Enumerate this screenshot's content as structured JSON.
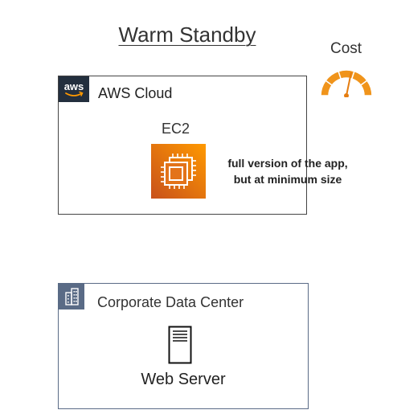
{
  "title": "Warm Standby",
  "cost": {
    "label": "Cost",
    "gauge_icon": "speedometer-gauge-icon",
    "color": "#f0941b"
  },
  "aws_cloud": {
    "badge_text": "aws",
    "label": "AWS Cloud",
    "ec2": {
      "label": "EC2",
      "icon": "ec2-instance-icon",
      "color_start": "#c8511b",
      "color_end": "#ff9900"
    },
    "annotation": [
      "full version of the app,",
      "but at minimum size"
    ]
  },
  "corporate_data_center": {
    "label": "Corporate Data Center",
    "badge_icon": "building-icon",
    "web_server": {
      "label": "Web Server",
      "icon": "server-icon"
    }
  }
}
